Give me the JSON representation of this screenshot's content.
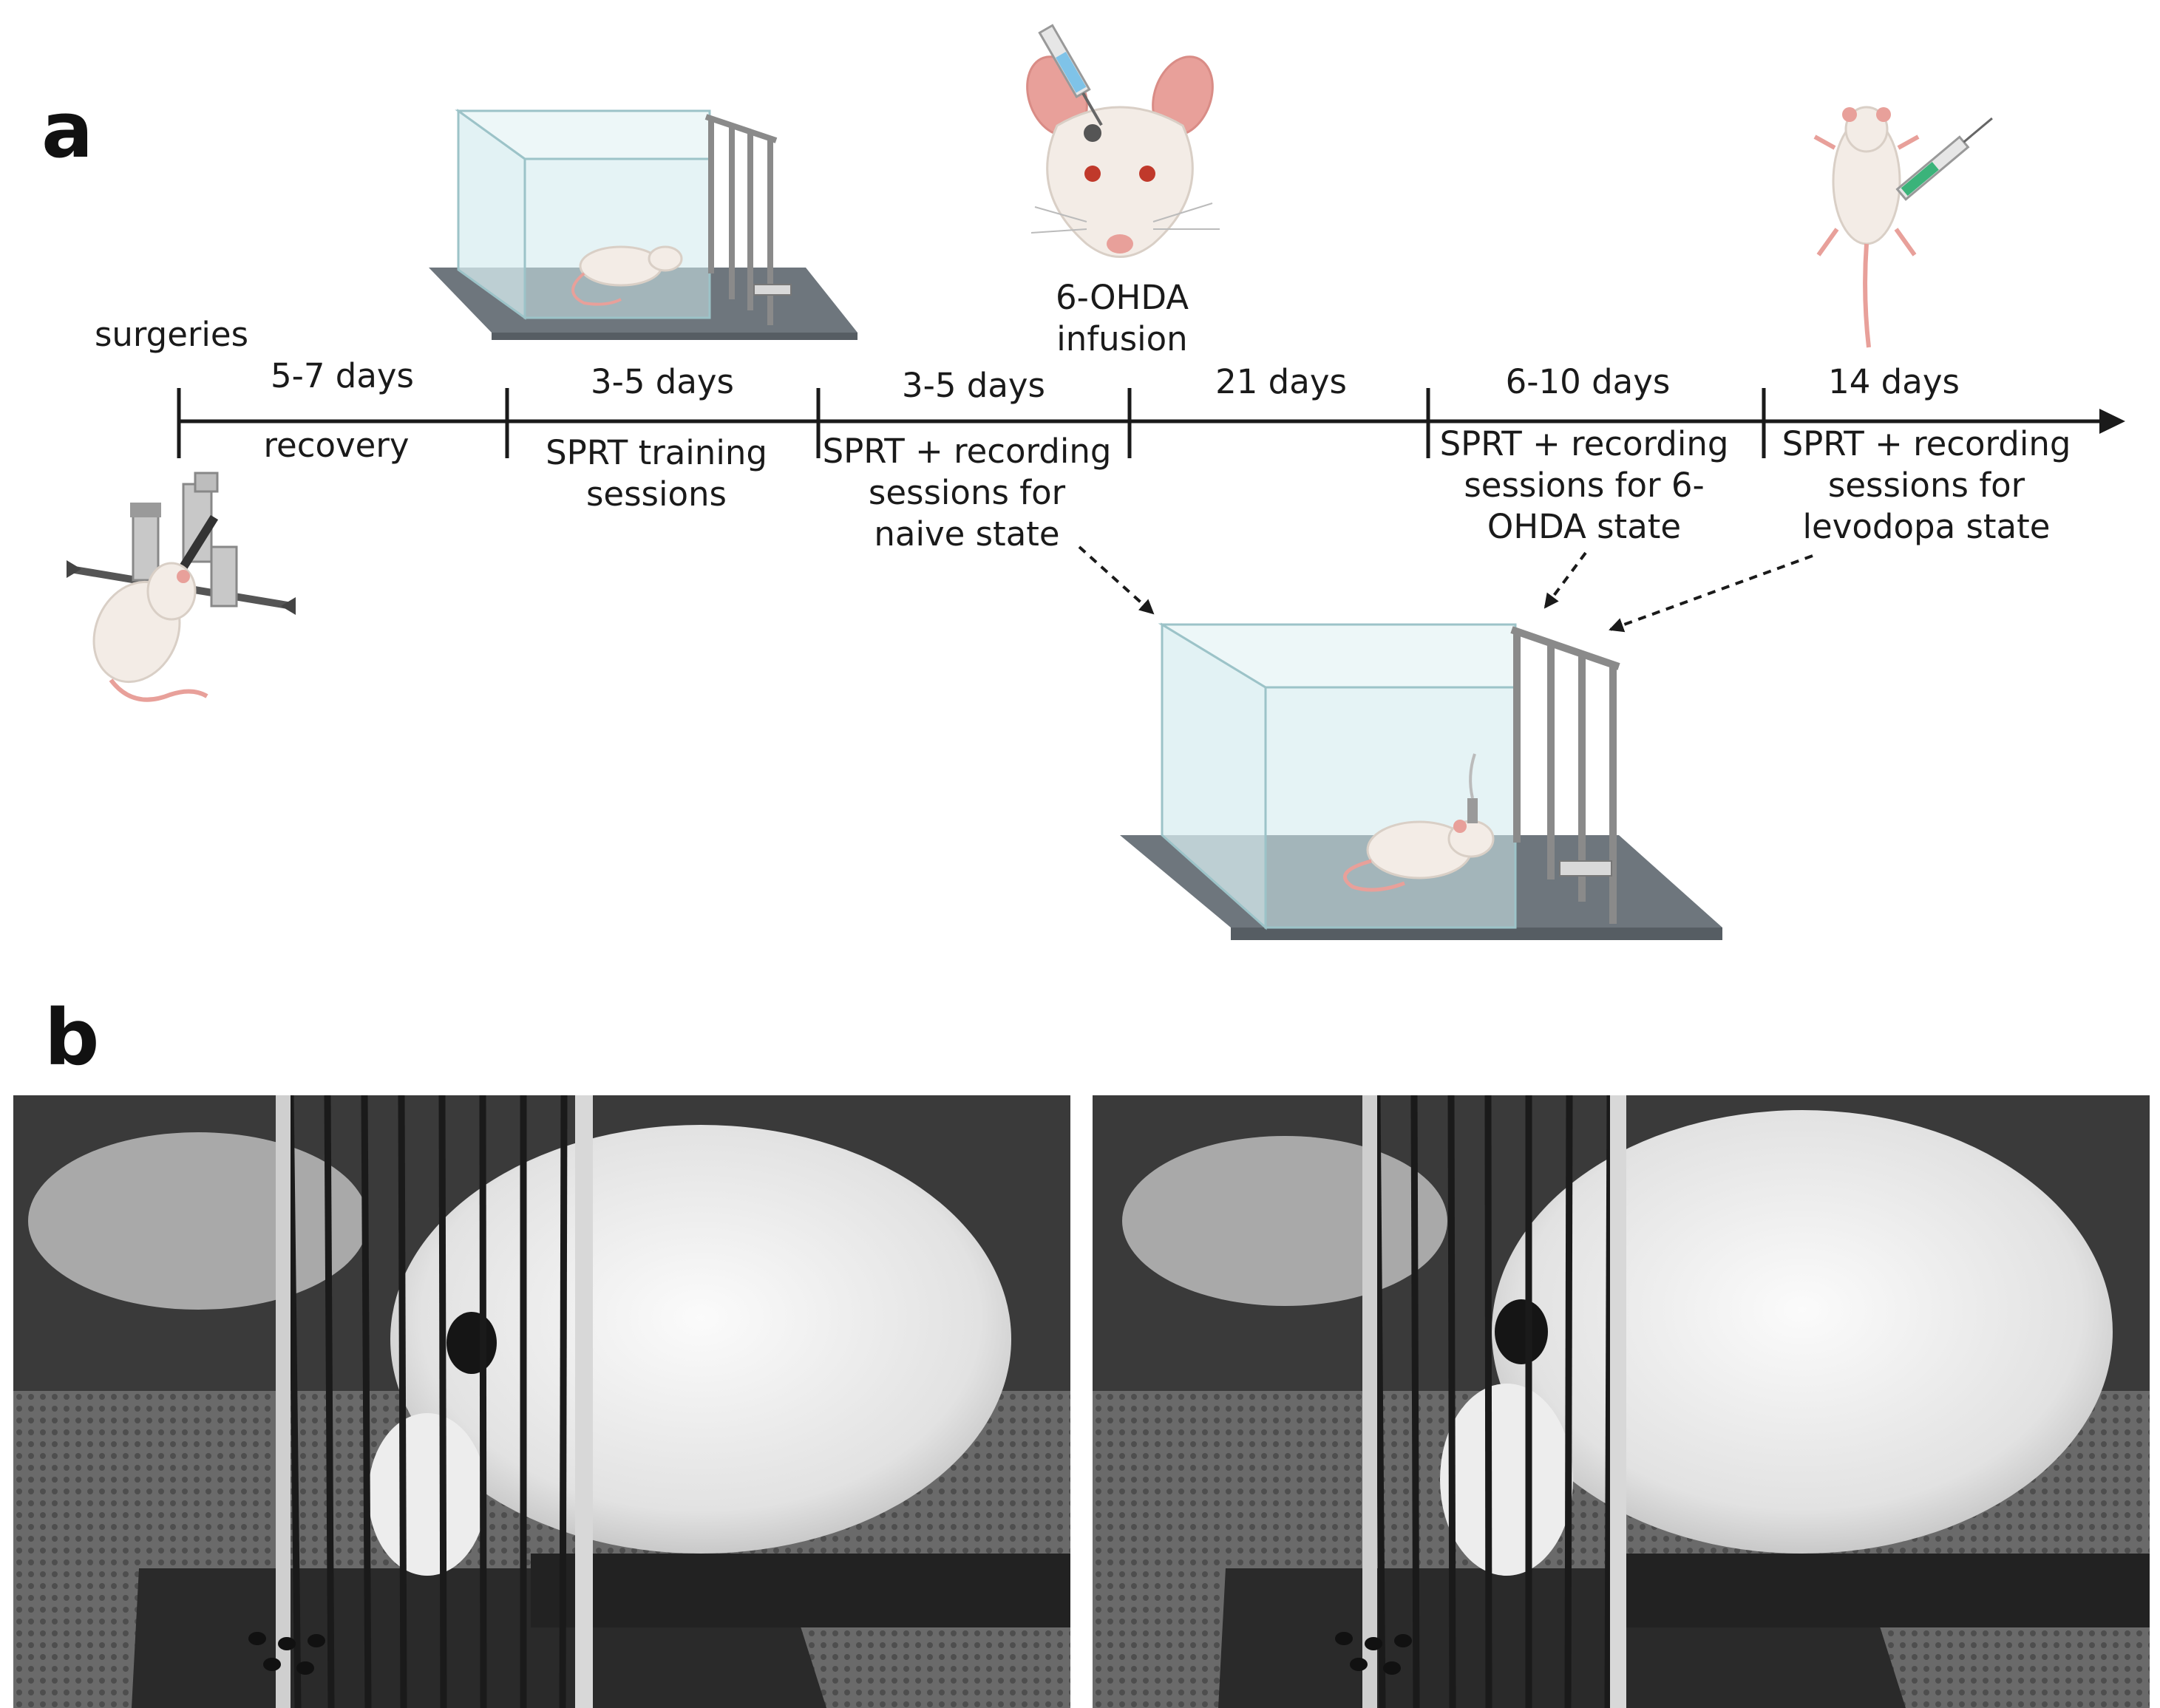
{
  "panels": {
    "a": {
      "letter": "a"
    },
    "b": {
      "letter": "b"
    }
  },
  "timeline": {
    "start_label": "surgeries",
    "phases": [
      {
        "duration": "5-7 days",
        "description": "recovery"
      },
      {
        "duration": "3-5 days",
        "description_lines": [
          "SPRT training",
          "sessions"
        ]
      },
      {
        "duration": "3-5 days",
        "description_lines": [
          "SPRT + recording",
          "sessions for",
          "naive state"
        ]
      },
      {
        "duration": "21 days",
        "description": ""
      },
      {
        "duration": "6-10 days",
        "description_lines": [
          "SPRT + recording",
          "sessions for 6-",
          "OHDA state"
        ]
      },
      {
        "duration": "14 days",
        "description_lines": [
          "SPRT + recording",
          "sessions for",
          "levodopa state"
        ]
      }
    ],
    "event": {
      "lines": [
        "6-OHDA",
        "infusion"
      ]
    }
  },
  "icons": [
    "stereotaxic-frame-rat-icon",
    "training-box-rat-icon",
    "rat-head-infusion-icon",
    "rat-injection-icon",
    "recording-box-rat-icon"
  ],
  "colors": {
    "text": "#1a1a1a",
    "timeline": "#1a1a1a",
    "glass": "#cfe9ec",
    "floor": "#6e767d",
    "rat_body": "#f3ece6",
    "rat_pink": "#e8a09a"
  }
}
